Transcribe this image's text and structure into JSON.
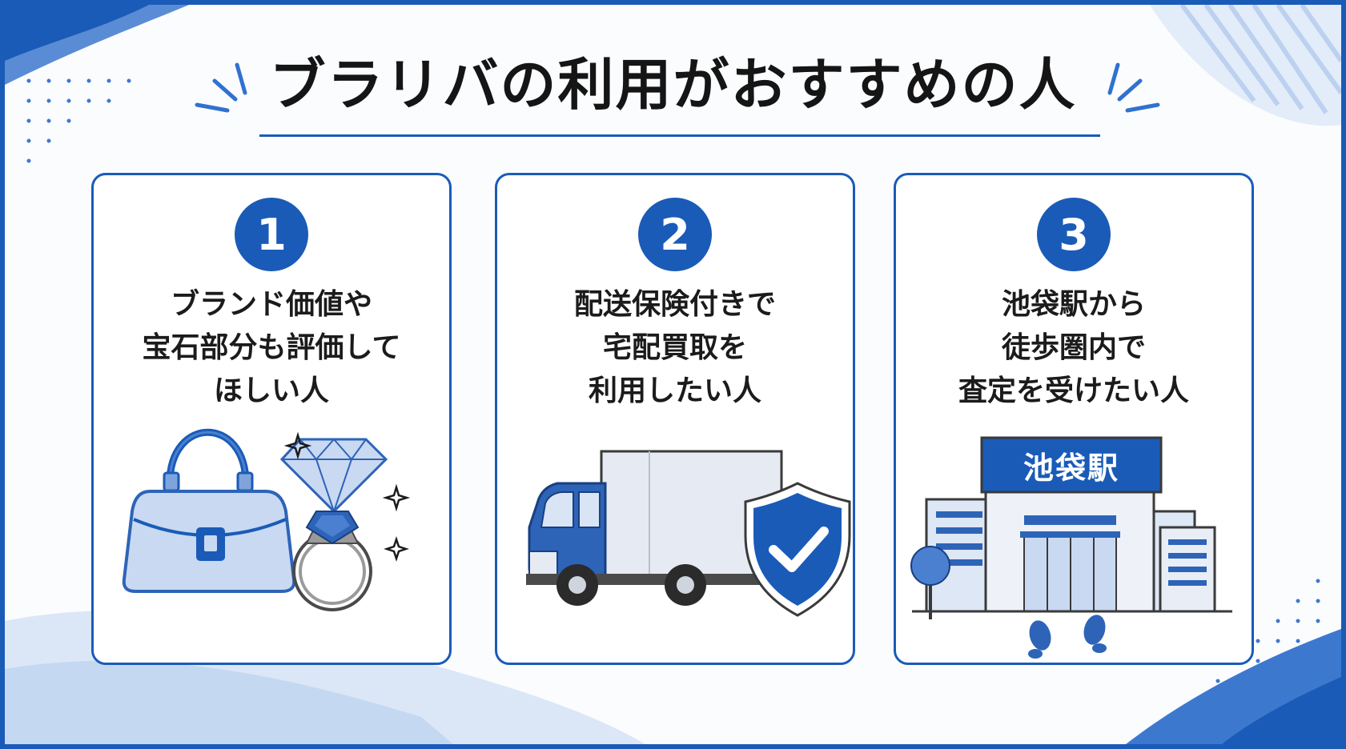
{
  "title": "ブラリバの利用がおすすめの人",
  "colors": {
    "accent": "#1a5bb8",
    "light": "#c9d9f2",
    "text": "#151515"
  },
  "cards": [
    {
      "number": "1",
      "lines": [
        "ブランド価値や",
        "宝石部分も評価して",
        "ほしい人"
      ],
      "icons": [
        "handbag-icon",
        "diamond-icon",
        "ring-icon",
        "sparkle-icon"
      ]
    },
    {
      "number": "2",
      "lines": [
        "配送保険付きで",
        "宅配買取を",
        "利用したい人"
      ],
      "icons": [
        "truck-icon",
        "shield-check-icon"
      ]
    },
    {
      "number": "3",
      "lines": [
        "池袋駅から",
        "徒歩圏内で",
        "査定を受けたい人"
      ],
      "station_label": "池袋駅",
      "icons": [
        "station-building-icon",
        "tree-icon",
        "footprints-icon"
      ]
    }
  ]
}
